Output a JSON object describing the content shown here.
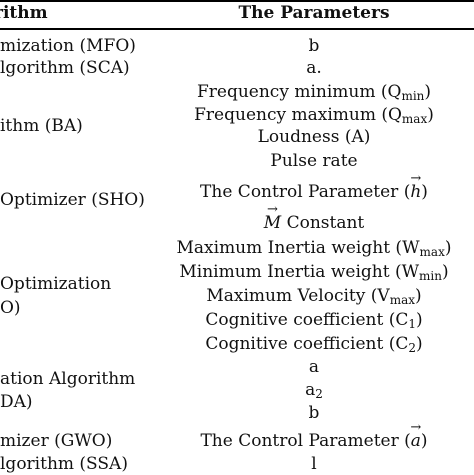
{
  "header": {
    "algorithm_col": "rithm",
    "parameters_col": "The Parameters"
  },
  "algorithms": [
    "mization (MFO)",
    "lgorithm (SCA)",
    "ithm (BA)",
    "Optimizer (SHO)",
    "Optimization",
    "O)",
    "ation Algorithm",
    "DA)",
    "mizer (GWO)",
    "lgorithm (SSA)"
  ],
  "parameters": {
    "mfo_b": "b",
    "sca_a": "a.",
    "ba_qmin_pre": "Frequency minimum (Q",
    "ba_qmin_sub": "min",
    "ba_qmax_pre": "Frequency maximum (Q",
    "ba_qmax_sub": "max",
    "ba_loudness": "Loudness (A)",
    "ba_pulse": "Pulse rate",
    "sho_control_pre": "The Control Parameter (",
    "sho_h": "h",
    "sho_m": "M",
    "sho_m_const": " Constant",
    "pso_wmax_pre": "Maximum Inertia weight (W",
    "pso_wmax_sub": "max",
    "pso_wmin_pre": "Minimum Inertia weight (W",
    "pso_wmin_sub": "min",
    "pso_vmax_pre": "Maximum Velocity (V",
    "pso_vmax_sub": "max",
    "pso_c1_pre": "Cognitive coefficient (C",
    "pso_c1_sub": "1",
    "pso_c2_pre": "Cognitive coefficient (C",
    "pso_c2_sub": "2",
    "da_a": "a",
    "da_a2_pre": "a",
    "da_a2_sub": "2",
    "da_b": "b",
    "gwo_control_pre": "The Control Parameter (",
    "gwo_a": "a",
    "ssa_l": "l"
  },
  "symbols": {
    "arrow": "→",
    "close_paren": ")"
  }
}
